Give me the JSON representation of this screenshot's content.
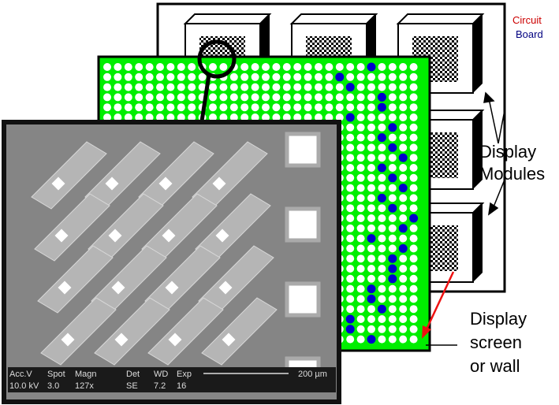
{
  "labels": {
    "circuit_board": [
      "Circuit",
      "Board"
    ],
    "display_modules": [
      "Display",
      "Modules"
    ],
    "display_screen": [
      "Display",
      "screen",
      "or wall"
    ]
  },
  "sem_info": {
    "headers": [
      "Acc.V",
      "Spot",
      "Magn",
      "Det",
      "WD",
      "Exp"
    ],
    "values": [
      "10.0 kV",
      "3.0",
      "127x",
      "SE",
      "7.2",
      "16"
    ],
    "scale_bar": "200 µm"
  },
  "colors": {
    "screen": "#00ee00",
    "pixel_on": "#0000cc",
    "arrow": "#ee1111",
    "circuit_label_1": "#cc0000",
    "circuit_label_2": "#000080"
  }
}
